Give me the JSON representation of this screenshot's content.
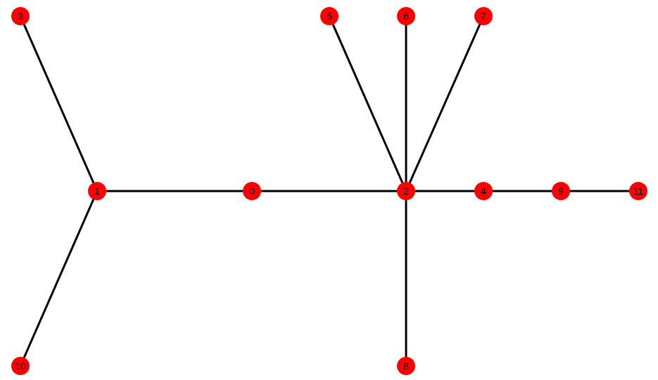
{
  "graph": {
    "node_color": "#ff0000",
    "edge_color": "#000000",
    "label_color": "#000000",
    "nodes": [
      {
        "id": "0",
        "label": "0"
      },
      {
        "id": "1",
        "label": "1"
      },
      {
        "id": "2",
        "label": "2"
      },
      {
        "id": "3",
        "label": "3"
      },
      {
        "id": "4",
        "label": "4"
      },
      {
        "id": "5",
        "label": "5"
      },
      {
        "id": "6",
        "label": "6"
      },
      {
        "id": "7",
        "label": "7"
      },
      {
        "id": "8",
        "label": "8"
      },
      {
        "id": "9",
        "label": "9"
      },
      {
        "id": "10",
        "label": "10"
      },
      {
        "id": "11",
        "label": "11"
      }
    ],
    "edges": [
      {
        "source": "1",
        "target": "3"
      },
      {
        "source": "1",
        "target": "0"
      },
      {
        "source": "1",
        "target": "10"
      },
      {
        "source": "0",
        "target": "2"
      },
      {
        "source": "2",
        "target": "5"
      },
      {
        "source": "2",
        "target": "6"
      },
      {
        "source": "2",
        "target": "7"
      },
      {
        "source": "2",
        "target": "4"
      },
      {
        "source": "2",
        "target": "8"
      },
      {
        "source": "4",
        "target": "9"
      },
      {
        "source": "9",
        "target": "11"
      }
    ]
  }
}
